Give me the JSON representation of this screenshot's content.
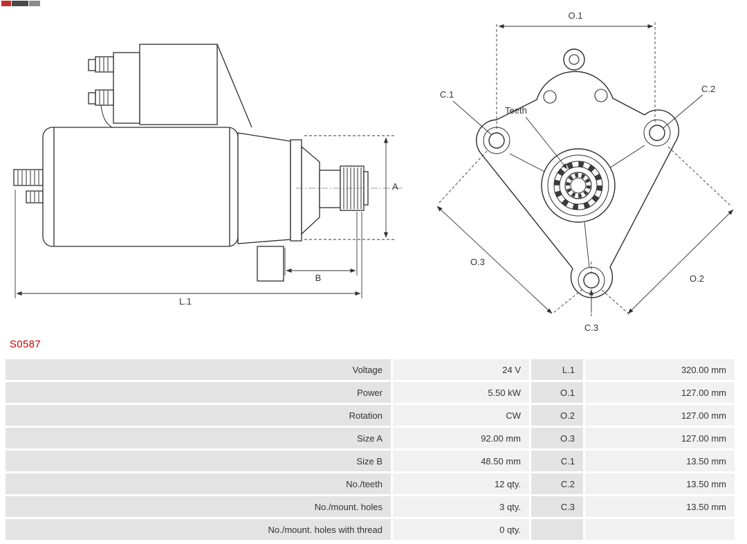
{
  "brand": {
    "logo_icon": "as-pl-logo"
  },
  "part_number": "S0587",
  "colors": {
    "part_number_red": "#cc0000",
    "table_label_bg": "#e3e3e3",
    "table_value_bg": "#f1f1f1",
    "drawing_line": "#2b2b2b",
    "text": "#333333"
  },
  "diagram": {
    "side_view": {
      "labels": {
        "a": "A",
        "b": "B",
        "l1": "L.1"
      }
    },
    "front_view": {
      "labels": {
        "o1": "O.1",
        "o2": "O.2",
        "o3": "O.3",
        "c1": "C.1",
        "c2": "C.2",
        "c3": "C.3",
        "teeth": "Teeth"
      }
    }
  },
  "spec_table": {
    "rows": [
      {
        "label": "Voltage",
        "value": "24 V",
        "dim_label": "L.1",
        "dim_value": "320.00 mm"
      },
      {
        "label": "Power",
        "value": "5.50 kW",
        "dim_label": "O.1",
        "dim_value": "127.00 mm"
      },
      {
        "label": "Rotation",
        "value": "CW",
        "dim_label": "O.2",
        "dim_value": "127.00 mm"
      },
      {
        "label": "Size A",
        "value": "92.00 mm",
        "dim_label": "O.3",
        "dim_value": "127.00 mm"
      },
      {
        "label": "Size B",
        "value": "48.50 mm",
        "dim_label": "C.1",
        "dim_value": "13.50 mm"
      },
      {
        "label": "No./teeth",
        "value": "12 qty.",
        "dim_label": "C.2",
        "dim_value": "13.50 mm"
      },
      {
        "label": "No./mount. holes",
        "value": "3 qty.",
        "dim_label": "C.3",
        "dim_value": "13.50 mm"
      },
      {
        "label": "No./mount. holes with thread",
        "value": "0 qty.",
        "dim_label": "",
        "dim_value": ""
      }
    ]
  }
}
